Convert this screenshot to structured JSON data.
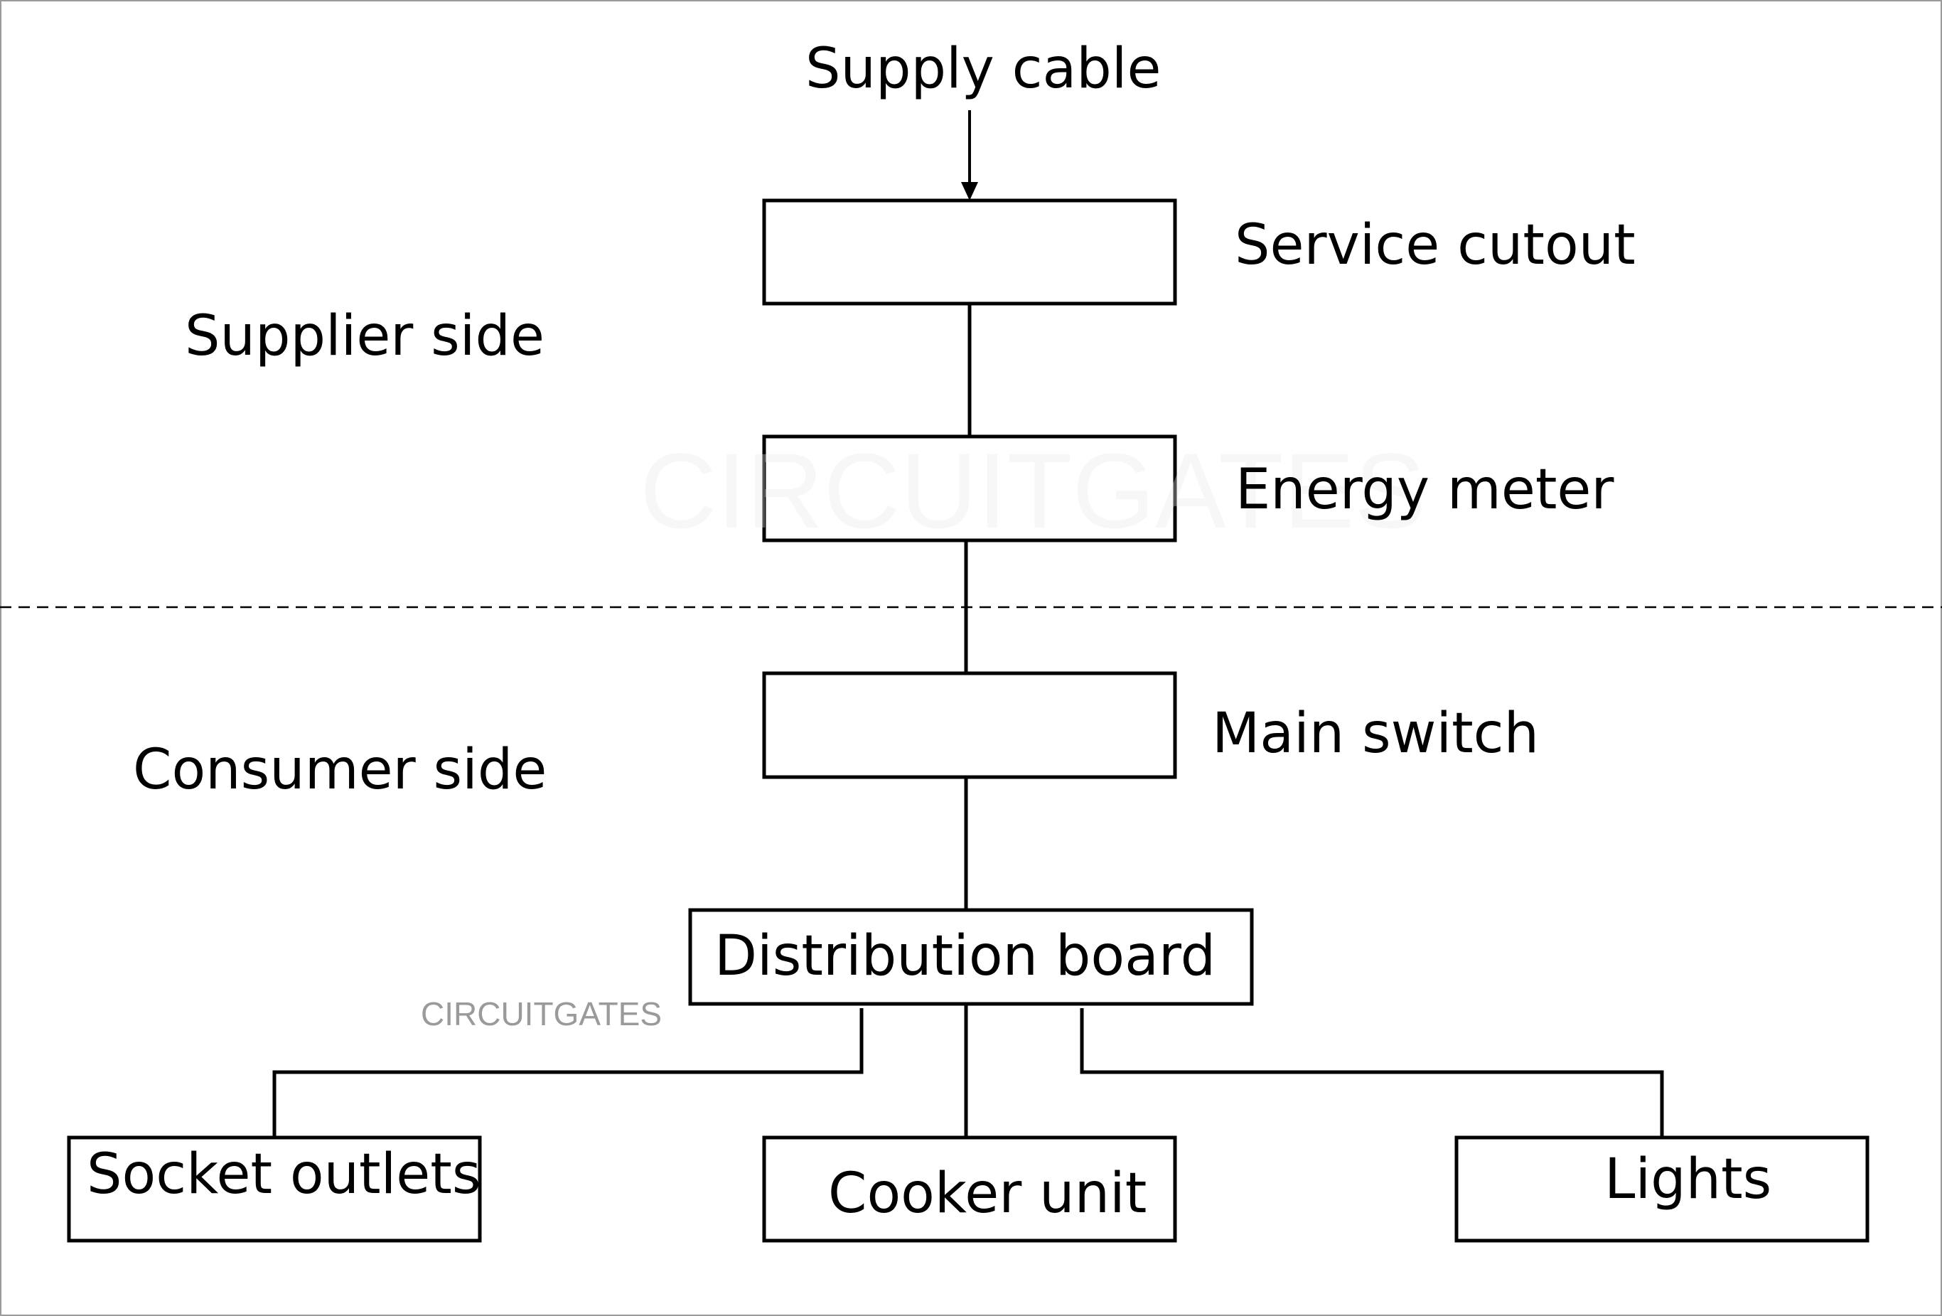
{
  "diagram": {
    "regions": {
      "supplier": "Supplier side",
      "consumer": "Consumer side"
    },
    "supply_label": "Supply cable",
    "blocks": {
      "service_cutout": "Service cutout",
      "energy_meter": "Energy meter",
      "main_switch": "Main switch",
      "distribution_board": "Distribution board",
      "socket_outlets": "Socket outlets",
      "cooker_unit": "Cooker unit",
      "lights": "Lights"
    },
    "watermark": "CIRCUITGATES"
  },
  "colors": {
    "stroke": "#000000",
    "background": "#ffffff",
    "watermark": "#9a9a9a"
  }
}
